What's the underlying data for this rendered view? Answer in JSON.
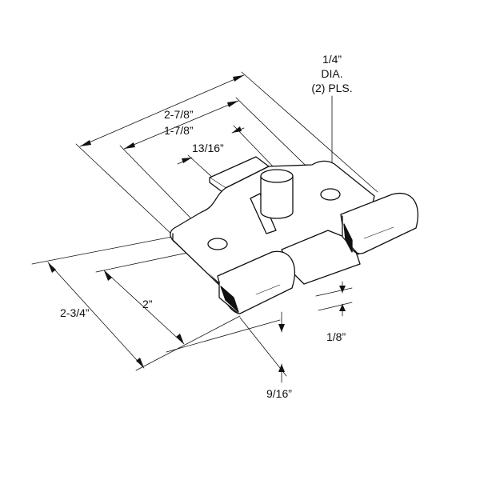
{
  "callouts": {
    "hole_size": "1/4”",
    "hole_dia": "DIA.",
    "hole_count": "(2) PLS.",
    "overall_length": "2-7/8”",
    "hole_spacing_length": "1-7/8”",
    "pin_offset": "13/16”",
    "overall_width": "2-3/4”",
    "hole_spacing_width": "2”",
    "thickness": "1/8”",
    "knuckle_width": "9/16”"
  },
  "colors": {
    "line": "#111111",
    "background": "#ffffff"
  }
}
